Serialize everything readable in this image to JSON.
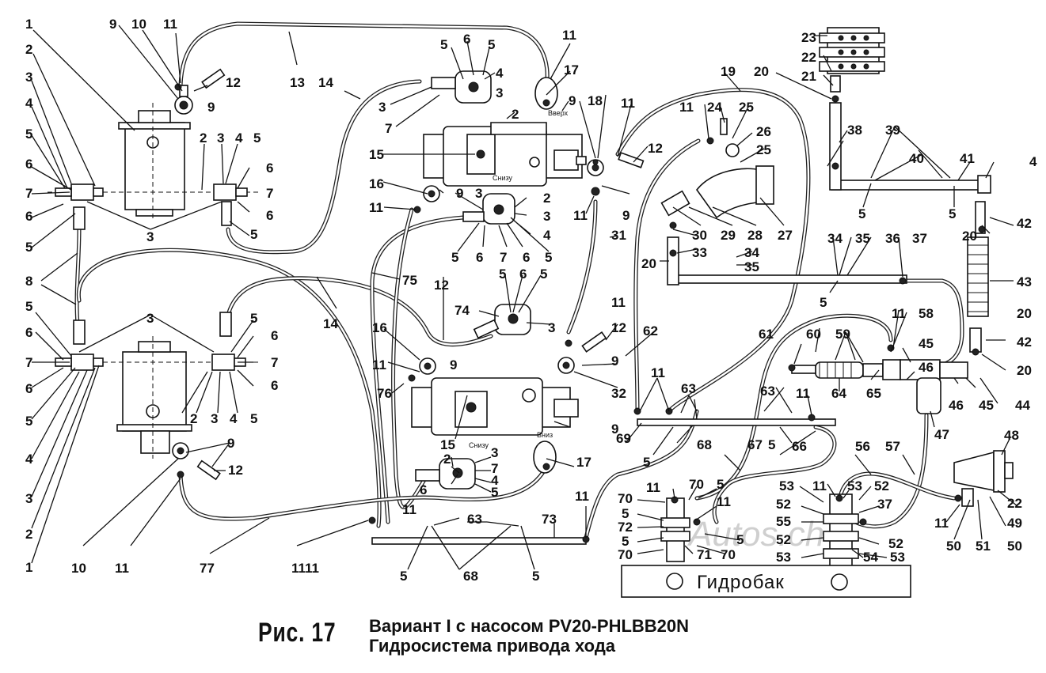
{
  "labels": {
    "l1a": "1",
    "l2a": "2",
    "l3a": "3",
    "l4a": "4",
    "l5a": "5",
    "l6a": "6",
    "l7a": "7",
    "l6b": "6",
    "l5b": "5",
    "l9a": "9",
    "l10a": "10",
    "l11a": "11",
    "l12a": "12",
    "l9b": "9",
    "l13": "13",
    "l14a": "14",
    "l2b": "2",
    "l3b": "3",
    "l4b": "4",
    "l5c": "5",
    "l6c": "6",
    "l7b": "7",
    "l6d": "6",
    "l5d": "5",
    "l3c": "3",
    "l8": "8",
    "l5e": "5",
    "l6e": "6",
    "l7c": "7",
    "l6f": "6",
    "l5f": "5",
    "l4c": "4",
    "l3d": "3",
    "l2c": "2",
    "l1b": "1",
    "l3e": "3",
    "l5g": "5",
    "l6g": "6",
    "l7d": "7",
    "l6h": "6",
    "l5h": "5",
    "l4d": "4",
    "l3f": "3",
    "l2d": "2",
    "l9c": "9",
    "l12b": "12",
    "l10b": "10",
    "l11b": "11",
    "l77": "77",
    "l11c": "11",
    "l14b": "14",
    "l75": "75",
    "t5a": "5",
    "t6a": "6",
    "t5b": "5",
    "t4a": "4",
    "t3a": "3",
    "t3b": "3",
    "t7a": "7",
    "t2a": "2",
    "t15a": "15",
    "t16a": "16",
    "t11a": "11",
    "t9a": "9",
    "t3c": "3",
    "t2b": "2",
    "t3d": "3",
    "t4b": "4",
    "t5c": "5",
    "t6b": "6",
    "t7b": "7",
    "t6c": "6",
    "t5d": "5",
    "t12a": "12",
    "t5e": "5",
    "t6d": "6",
    "t5f": "5",
    "t74": "74",
    "t3e": "3",
    "t16b": "16",
    "t11b": "11",
    "t9b": "9",
    "t76": "76",
    "t15b": "15",
    "t2c": "2",
    "t3f": "3",
    "t7c": "7",
    "t4c": "4",
    "t5g": "5",
    "t6e": "6",
    "t11c": "11",
    "t17a": "17",
    "t9c": "9",
    "t18": "18",
    "t11d": "11",
    "t12b": "12",
    "t11e": "11",
    "t9d": "9",
    "t31": "31",
    "t11f": "11",
    "t12c": "12",
    "t9e": "9",
    "t32": "32",
    "t62": "62",
    "t9f": "9",
    "t17b": "17",
    "t11g": "11",
    "b11a": "11",
    "b63a": "63",
    "b5a": "5",
    "b68a": "68",
    "b5b": "5",
    "r19": "19",
    "r11a": "11",
    "r24": "24",
    "r25a": "25",
    "r26": "26",
    "r25b": "25",
    "r27": "27",
    "r28": "28",
    "r29": "29",
    "r30": "30",
    "r33": "33",
    "r20a": "20",
    "r34a": "34",
    "r35a": "35",
    "r36": "36",
    "r37a": "37",
    "r34b": "34",
    "r35b": "35",
    "r5a": "5",
    "r23": "23",
    "r22a": "22",
    "r21": "21",
    "r20b": "20",
    "r38": "38",
    "r39": "39",
    "r40": "40",
    "r41": "41",
    "r4": "4",
    "r5b": "5",
    "r5c": "5",
    "r42a": "42",
    "r20c": "20",
    "r43": "43",
    "r20d": "20",
    "r42b": "42",
    "r20e": "20",
    "r11b": "11",
    "r58": "58",
    "r60": "60",
    "r59": "59",
    "r45a": "45",
    "r46a": "46",
    "r64": "64",
    "r65": "65",
    "r11c": "11",
    "r46b": "46",
    "r45b": "45",
    "r44": "44",
    "r47": "47",
    "r61": "61",
    "r11d": "11",
    "r63a": "63",
    "r63b": "63",
    "r69": "69",
    "r5d": "5",
    "r68": "68",
    "r5e": "5",
    "r66": "66",
    "r67": "67",
    "r48": "48",
    "r56": "56",
    "r57": "57",
    "r22b": "22",
    "r49": "49",
    "r50a": "50",
    "r51": "51",
    "r50b": "50",
    "r11e": "11",
    "c70a": "70",
    "c11a": "11",
    "c70b": "70",
    "c5a": "5",
    "c11b": "11",
    "c5b": "5",
    "c72": "72",
    "c5c": "5",
    "c70c": "70",
    "c71": "71",
    "c70d": "70",
    "c5d": "5",
    "d53a": "53",
    "d11": "11",
    "d53b": "53",
    "d52a": "52",
    "d52b": "52",
    "d37": "37",
    "d55": "55",
    "d52c": "52",
    "d52d": "52",
    "d53c": "53",
    "d54": "54",
    "d53d": "53",
    "m11a": "11",
    "m63": "63",
    "m73": "73",
    "m11b": "11",
    "m5a": "5",
    "m68": "68",
    "m5b": "5",
    "m11c": "11"
  },
  "part_text": {
    "pump_top_down": "Снизу",
    "pump_top_up": "Вверх",
    "pump_bottom_up": "Снизу",
    "pump_bottom_down": "Вниз"
  },
  "tank_label": "Гидробак",
  "watermark": "Autos.ch",
  "caption": {
    "figure": "Рис. 17",
    "line1": "Вариант I с насосом PV20-PHLBB20N",
    "line2": "Гидросистема привода хода"
  }
}
